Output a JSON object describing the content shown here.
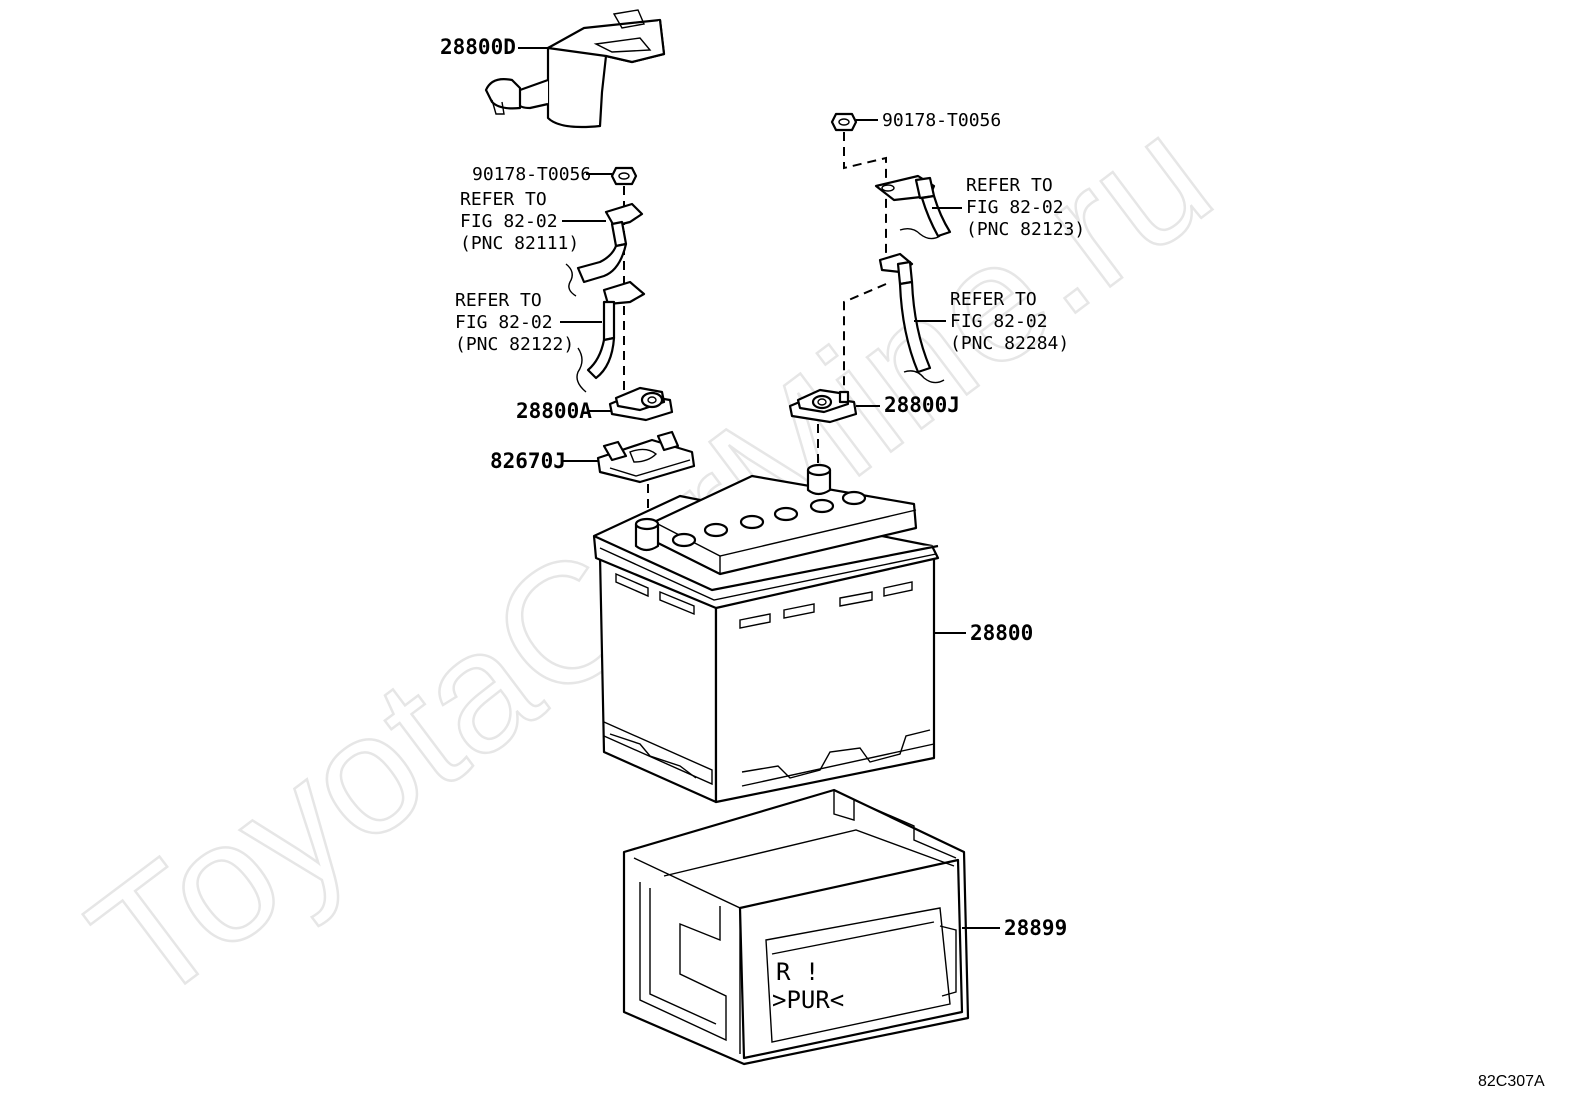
{
  "watermark": "ToyotaCarMine.ru",
  "diagram_code": "82C307A",
  "parts": {
    "cover": "28800D",
    "nut_left": "90178-T0056",
    "nut_right": "90178-T0056",
    "terminal_neg": "28800A",
    "terminal_pos": "28800J",
    "terminal_clamp": "82670J",
    "battery": "28800",
    "battery_tray": "28899"
  },
  "refs": {
    "r82111": {
      "line1": "REFER TO",
      "line2": "FIG 82-02",
      "line3": "(PNC 82111)"
    },
    "r82122": {
      "line1": "REFER TO",
      "line2": "FIG 82-02",
      "line3": "(PNC 82122)"
    },
    "r82123": {
      "line1": "REFER TO",
      "line2": "FIG 82-02",
      "line3": "(PNC 82123)"
    },
    "r82284": {
      "line1": "REFER TO",
      "line2": "FIG 82-02",
      "line3": "(PNC 82284)"
    }
  },
  "tray_marking": {
    "line1": "R !",
    "line2": ">PUR<"
  }
}
